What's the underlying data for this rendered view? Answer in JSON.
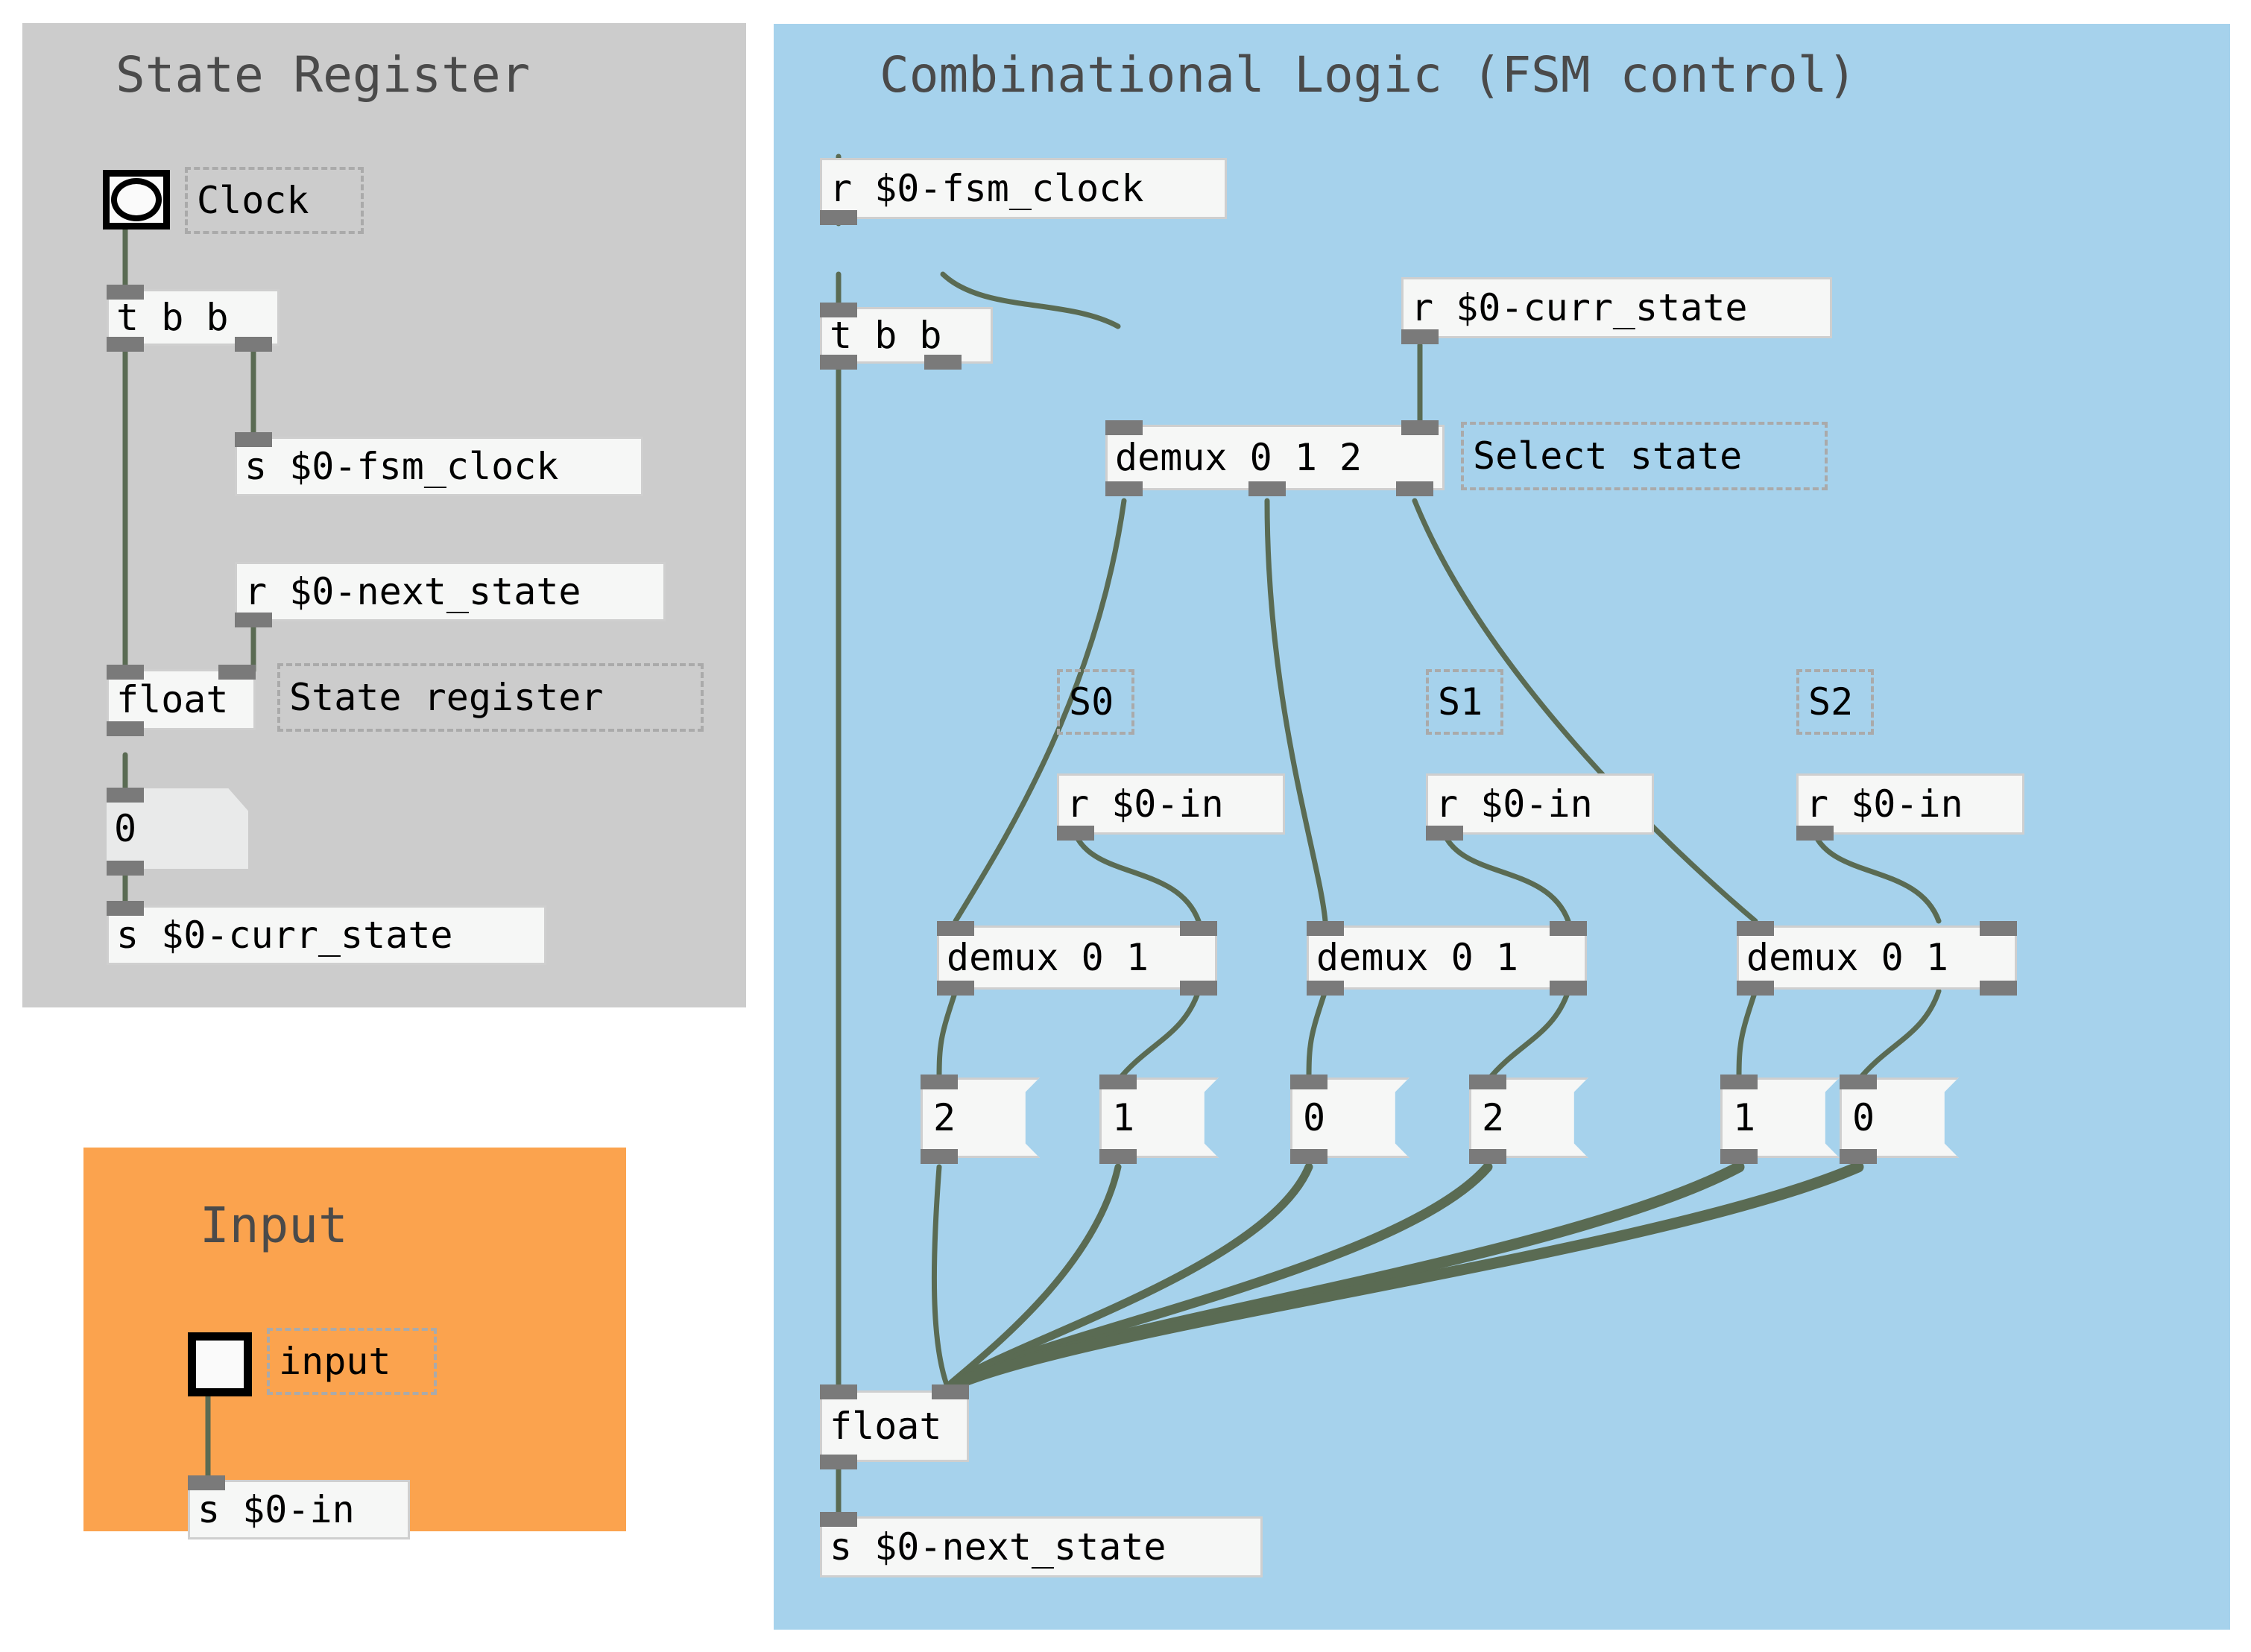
{
  "colors": {
    "state_panel_bg": "#cccccc",
    "logic_panel_bg": "#a6d2ec",
    "input_panel_bg": "#fba34e",
    "object_bg": "#f6f7f6",
    "object_border": "#cfcfcf",
    "iolet": "#7a7a7a",
    "wire": "#5a6b53",
    "title_text": "#4a4a4a",
    "comment_border": "#aaaaaa",
    "number_box_bg": "#e9eaea"
  },
  "panels": {
    "state_register": {
      "title": "State Register"
    },
    "combinational_logic": {
      "title": "Combinational Logic (FSM control)"
    },
    "input": {
      "title": "Input"
    }
  },
  "state_register": {
    "bang_label": "Clock",
    "trigger": "t b b",
    "send_fsm_clock": "s $0-fsm_clock",
    "receive_next_state": "r $0-next_state",
    "float": "float",
    "float_comment": "State register",
    "number_value": "0",
    "send_curr_state": "s $0-curr_state"
  },
  "input_panel": {
    "toggle_label": "input",
    "send_in": "s $0-in"
  },
  "logic": {
    "receive_fsm_clock": "r $0-fsm_clock",
    "trigger": "t b b",
    "receive_curr_state": "r $0-curr_state",
    "demux_state": "demux 0 1 2",
    "demux_state_comment": "Select state",
    "state_branches": [
      {
        "label": "S0",
        "receive_in": "r $0-in",
        "demux": "demux 0 1",
        "messages": [
          "2",
          "1"
        ]
      },
      {
        "label": "S1",
        "receive_in": "r $0-in",
        "demux": "demux 0 1",
        "messages": [
          "0",
          "2"
        ]
      },
      {
        "label": "S2",
        "receive_in": "r $0-in",
        "demux": "demux 0 1",
        "messages": [
          "1",
          "0"
        ]
      }
    ],
    "float": "float",
    "send_next_state": "s $0-next_state"
  }
}
